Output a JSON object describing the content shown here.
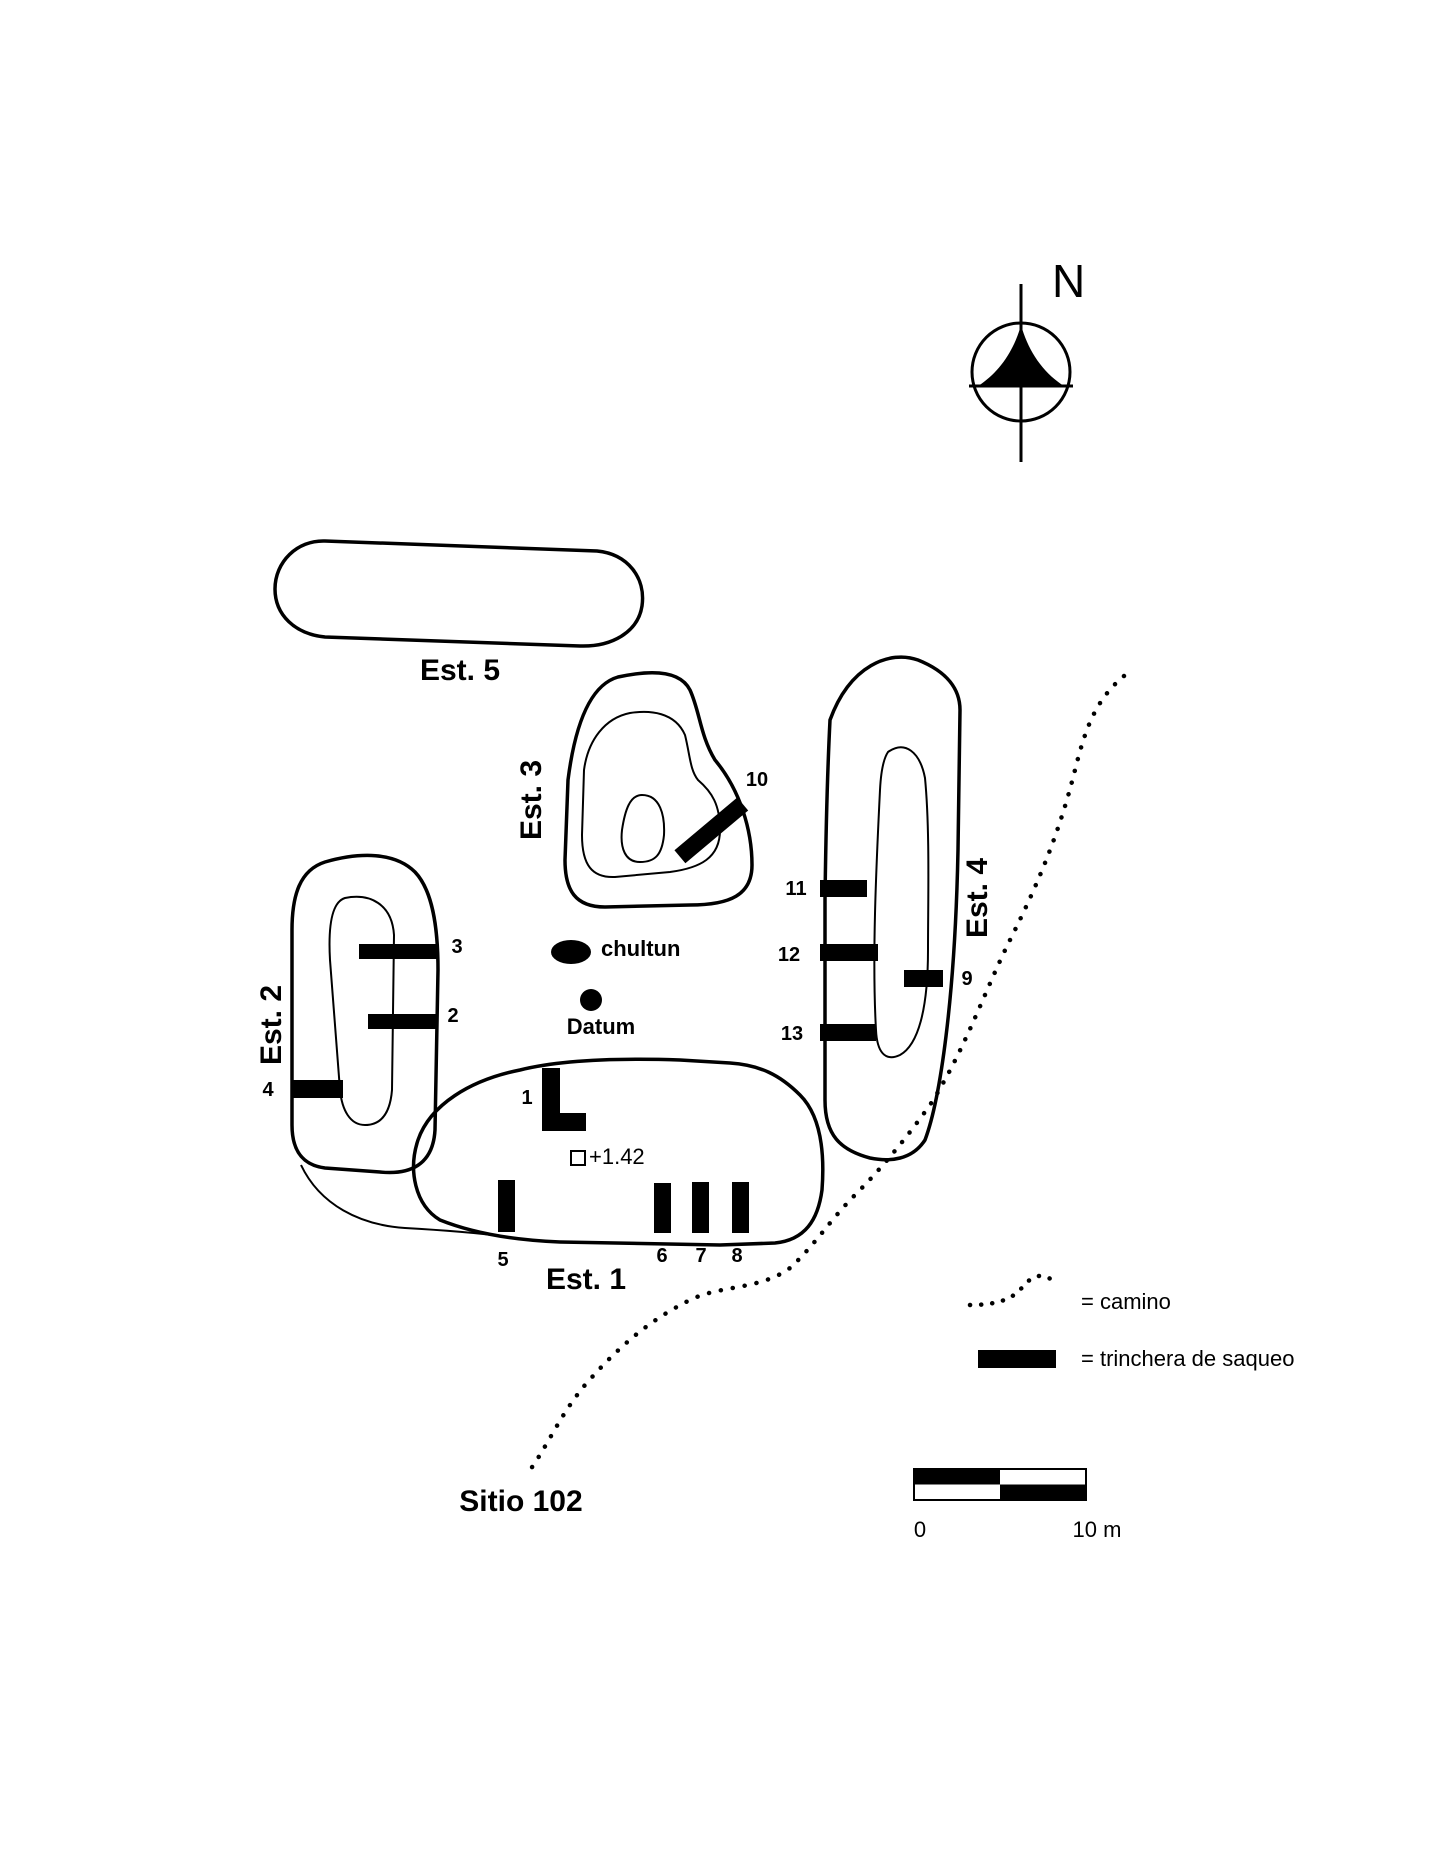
{
  "north_arrow": {
    "letter": "N",
    "icon": "north-arrow-compass-icon"
  },
  "structures": {
    "est1": "Est. 1",
    "est2": "Est. 2",
    "est3": "Est. 3",
    "est4": "Est. 4",
    "est5": "Est. 5"
  },
  "features": {
    "chultun": "chultun",
    "datum": "Datum",
    "elevation": "+1.42"
  },
  "trench_numbers": [
    "1",
    "2",
    "3",
    "4",
    "5",
    "6",
    "7",
    "8",
    "9",
    "10",
    "11",
    "12",
    "13"
  ],
  "legend": {
    "camino": "= camino",
    "trinchera": "= trinchera de saqueo"
  },
  "scale_bar": {
    "start": "0",
    "end": "10 m"
  },
  "site_name": "Sitio 102",
  "colors": {
    "ink": "#000000",
    "paper": "#ffffff"
  }
}
